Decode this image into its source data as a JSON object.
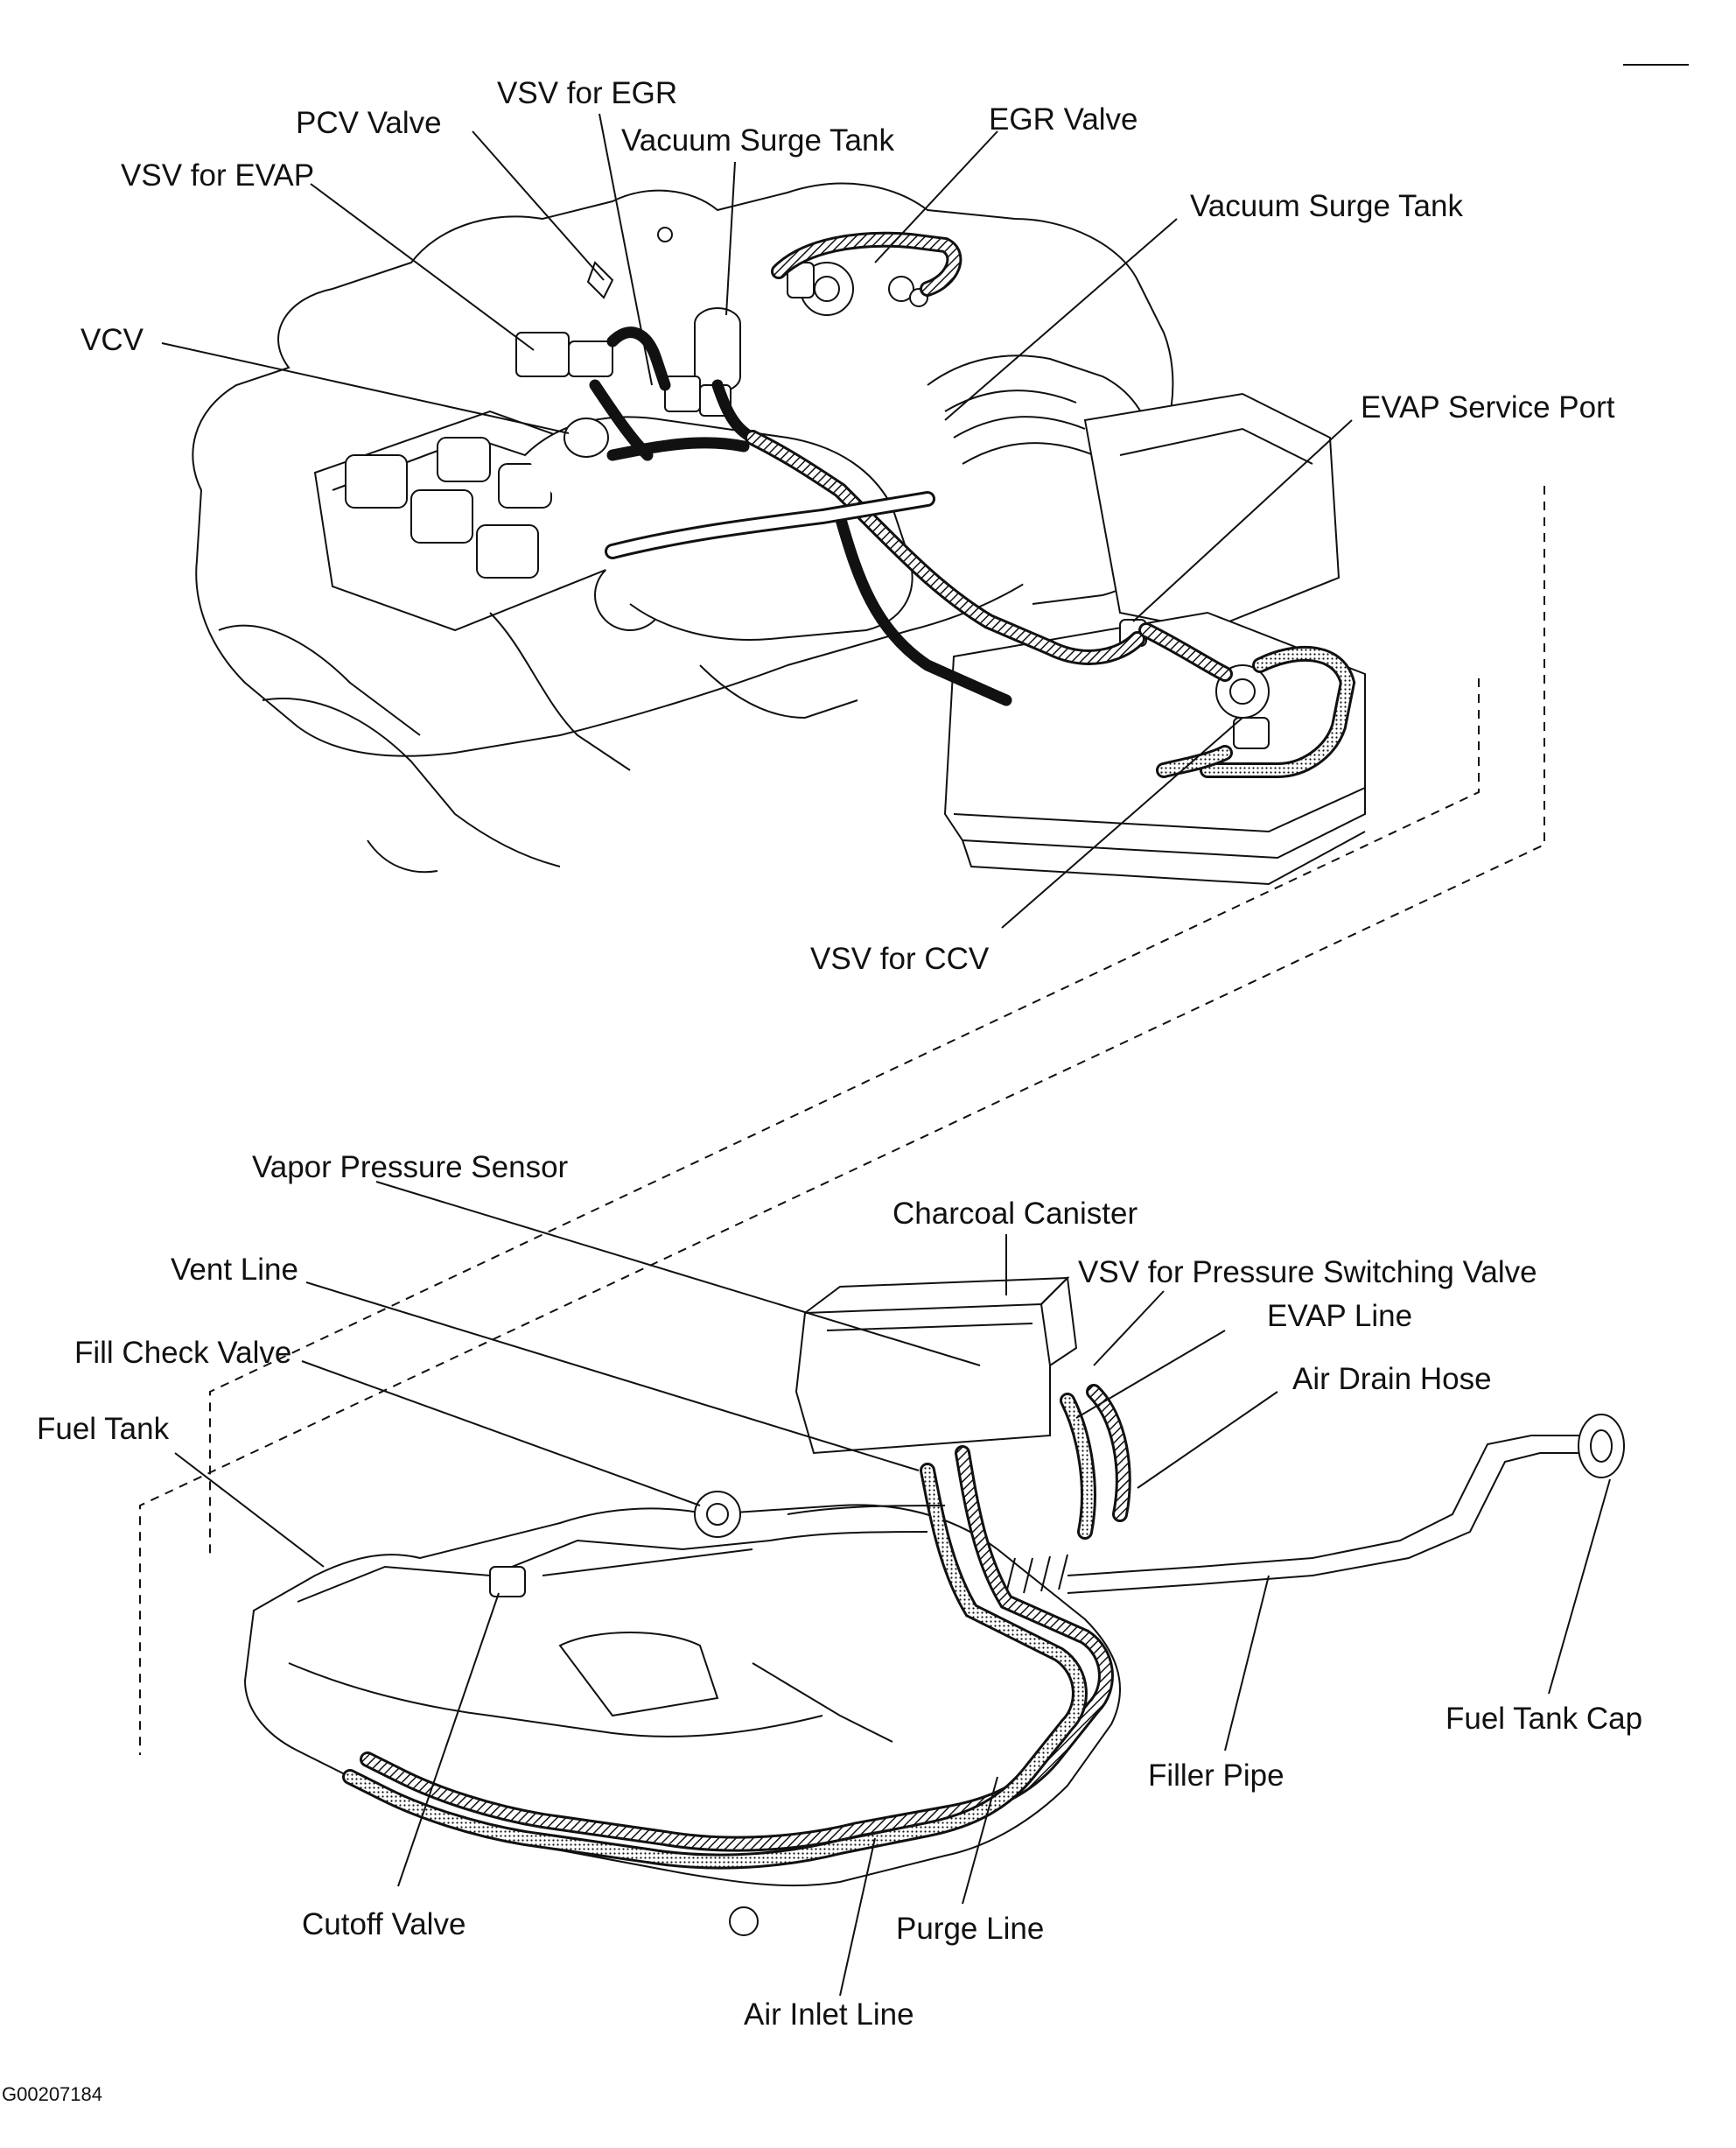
{
  "labels": {
    "vsv_for_egr": "VSV for EGR",
    "pcv_valve": "PCV Valve",
    "vacuum_surge_tank_1": "Vacuum Surge Tank",
    "egr_valve": "EGR Valve",
    "vsv_for_evap": "VSV for EVAP",
    "vacuum_surge_tank_2": "Vacuum Surge Tank",
    "vcv": "VCV",
    "evap_service_port": "EVAP Service Port",
    "vsv_for_ccv": "VSV for CCV",
    "vapor_pressure_sensor": "Vapor Pressure Sensor",
    "charcoal_canister": "Charcoal Canister",
    "vsv_for_pressure_switching_valve": "VSV for Pressure Switching Valve",
    "vent_line": "Vent Line",
    "evap_line": "EVAP Line",
    "fill_check_valve": "Fill Check Valve",
    "air_drain_hose": "Air Drain Hose",
    "fuel_tank": "Fuel Tank",
    "fuel_tank_cap": "Fuel Tank Cap",
    "filler_pipe": "Filler Pipe",
    "cutoff_valve": "Cutoff Valve",
    "purge_line": "Purge Line",
    "air_inlet_line": "Air Inlet Line"
  },
  "figure_code": "G00207184"
}
